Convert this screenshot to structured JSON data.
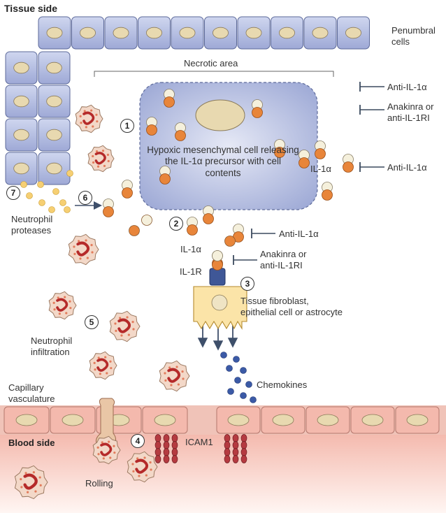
{
  "titles": {
    "tissue_side": "Tissue side",
    "blood_side": "Blood side"
  },
  "labels": {
    "penumbral_cells": "Penumbral cells",
    "necrotic_area": "Necrotic area",
    "hypoxic_cell": "Hypoxic mesenchymal cell releasing the IL-1α precursor with cell contents",
    "il1a_right": "IL-1α",
    "il1a_lower": "IL-1α",
    "il1r": "IL-1R",
    "neutrophil_proteases": "Neutrophil proteases",
    "tissue_fibroblast": "Tissue fibroblast, epithelial cell or astrocyte",
    "neutrophil_infiltration": "Neutrophil infiltration",
    "capillary_vasculature": "Capillary vasculature",
    "chemokines": "Chemokines",
    "icam1": "ICAM1",
    "rolling": "Rolling"
  },
  "inhibitors": {
    "anti_top": "Anti-IL-1α",
    "anakinra_top": "Anakinra or anti-IL-1RI",
    "anti_mid": "Anti-IL-1α",
    "anti_lower": "Anti-IL-1α",
    "anakinra_lower": "Anakinra or anti-IL-1RI"
  },
  "steps": [
    "1",
    "2",
    "3",
    "4",
    "5",
    "6",
    "7"
  ],
  "colors": {
    "cell_fill": "#b8c2e4",
    "nucleus": "#e8d9b0",
    "necrotic_cell": "#c5cbe6",
    "il1a_orange": "#e8853a",
    "il1a_cream": "#f5f0dc",
    "fibroblast": "#fbe4a8",
    "receptor": "#3f5797",
    "chemokine": "#3b5aa6",
    "endothelium": "#f4b9ad",
    "blood": "#fbe3dc",
    "neutrophil": "#f3d8c8",
    "neutrophil_nucleus": "#b52a2a",
    "icam": "#b53a40",
    "protease": "#f6cf73"
  }
}
